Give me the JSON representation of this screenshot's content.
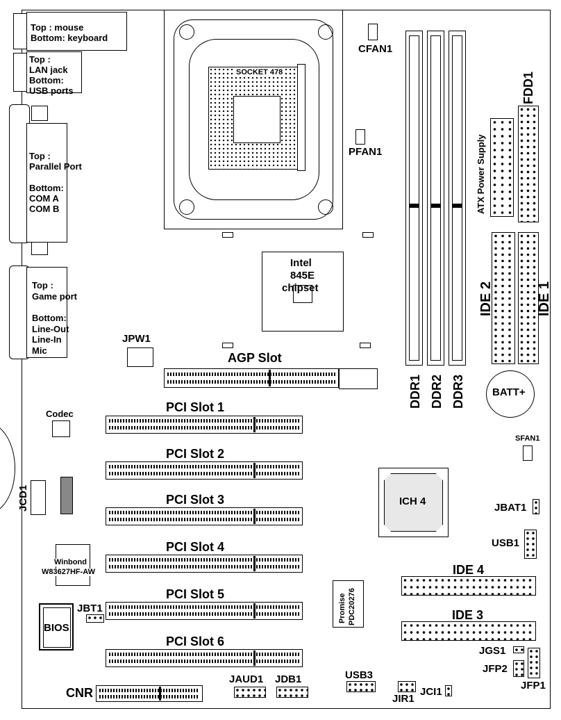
{
  "ports": {
    "ps2": [
      "Top : mouse",
      "Bottom: keyboard"
    ],
    "lan": [
      "Top :",
      "LAN jack",
      "Bottom:",
      "USB ports"
    ],
    "parallel": [
      "Top :",
      "Parallel Port",
      "",
      "Bottom:",
      "COM A",
      "COM B"
    ],
    "game": [
      "Top :",
      "Game port",
      "",
      "Bottom:",
      "Line-Out",
      "Line-In",
      "Mic"
    ]
  },
  "cpu": {
    "socket": "SOCKET 478"
  },
  "fans": {
    "cfan": "CFAN1",
    "pfan": "PFAN1",
    "sfan": "SFAN1"
  },
  "chipset": [
    "Intel",
    "845E",
    "chipset"
  ],
  "memory": [
    "DDR1",
    "DDR2",
    "DDR3"
  ],
  "power": {
    "atx": "ATX Power Supply",
    "fdd": "FDD1",
    "jpw": "JPW1",
    "batt": "BATT+"
  },
  "ide": {
    "ide1": "IDE 1",
    "ide2": "IDE 2",
    "ide3": "IDE 3",
    "ide4": "IDE 4"
  },
  "agp": "AGP Slot",
  "pci": [
    "PCI Slot 1",
    "PCI Slot 2",
    "PCI Slot 3",
    "PCI Slot 4",
    "PCI Slot 5",
    "PCI Slot 6"
  ],
  "chips": {
    "codec": "Codec",
    "winbond": [
      "Winbond",
      "W83627HF-AW"
    ],
    "bios": "BIOS",
    "ich": "ICH 4",
    "promise": [
      "Promise",
      "PDC20276"
    ]
  },
  "headers": {
    "jcd1": "JCD1",
    "jbt1": "JBT1",
    "jbat1": "JBAT1",
    "usb1": "USB1",
    "jgs1": "JGS1",
    "jfp2": "JFP2",
    "jfp1": "JFP1",
    "cnr": "CNR",
    "jaud1": "JAUD1",
    "jdb1": "JDB1",
    "usb3": "USB3",
    "jir1": "JIR1",
    "jci1": "JCI1"
  }
}
